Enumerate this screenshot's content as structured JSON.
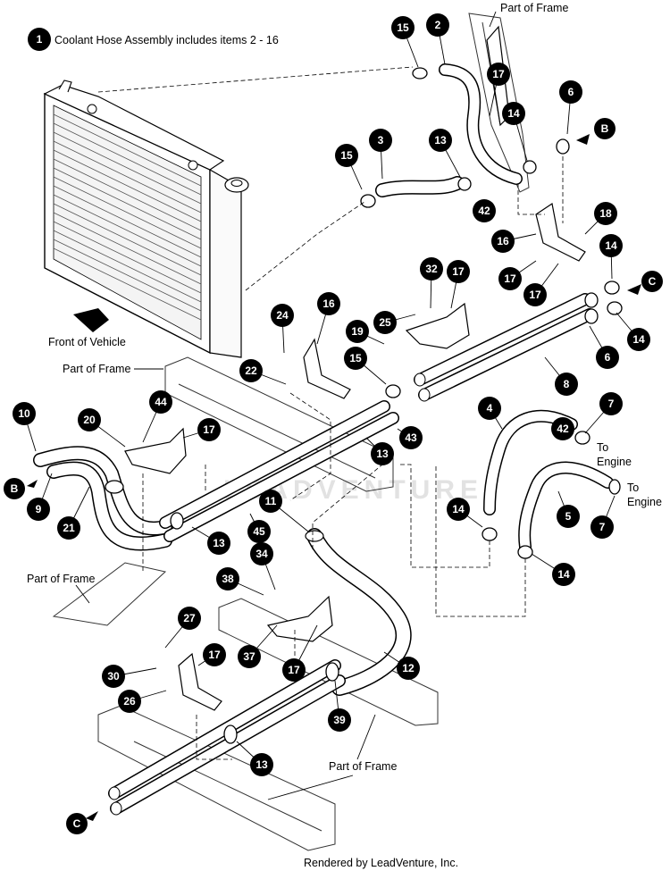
{
  "legend": {
    "badge": "1",
    "text": "Coolant Hose Assembly includes items 2 - 16"
  },
  "labels": {
    "part_of_frame": "Part of Frame",
    "front_of_vehicle": "Front of Vehicle",
    "to_engine": "To Engine",
    "to": "To",
    "engine": "Engine",
    "watermark": "LEADVENTURE"
  },
  "connectors": {
    "b": "B",
    "c": "C"
  },
  "footer": "Rendered by LeadVenture, Inc.",
  "callouts": [
    "2",
    "3",
    "4",
    "5",
    "6",
    "6",
    "7",
    "7",
    "8",
    "9",
    "10",
    "11",
    "12",
    "13",
    "13",
    "13",
    "13",
    "14",
    "14",
    "14",
    "14",
    "14",
    "15",
    "15",
    "15",
    "16",
    "16",
    "17",
    "17",
    "17",
    "17",
    "17",
    "17",
    "17",
    "18",
    "19",
    "20",
    "21",
    "22",
    "24",
    "25",
    "26",
    "27",
    "30",
    "32",
    "34",
    "37",
    "38",
    "39",
    "42",
    "42",
    "43",
    "44",
    "45"
  ]
}
